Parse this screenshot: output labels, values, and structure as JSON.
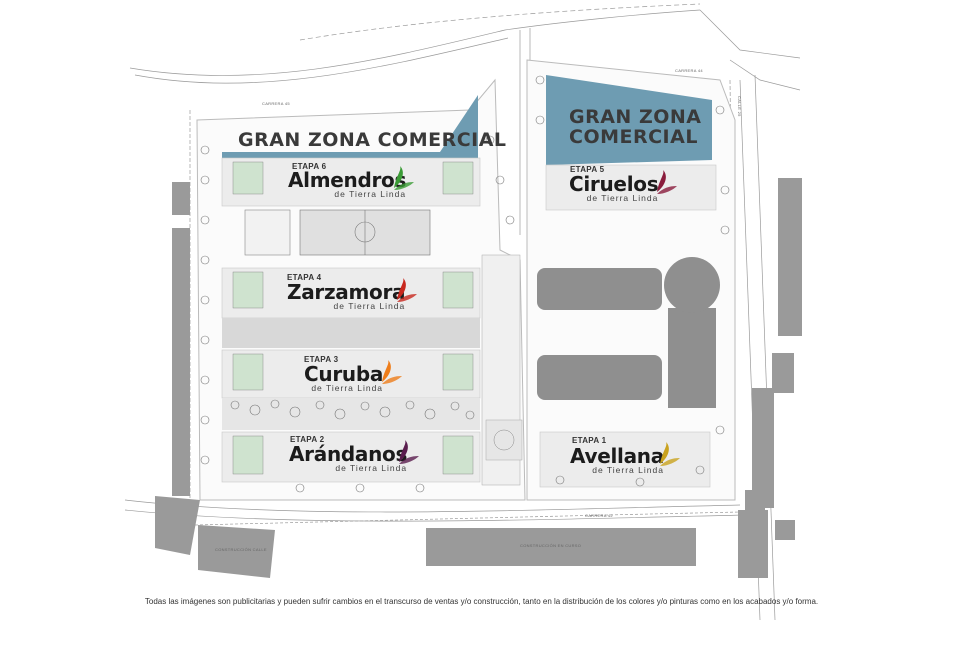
{
  "zones": {
    "comercial_left": {
      "line1": "GRAN ZONA COMERCIAL"
    },
    "comercial_right": {
      "line1": "GRAN ZONA",
      "line2": "COMERCIAL"
    }
  },
  "stages": [
    {
      "etapa": "ETAPA 6",
      "name": "Almendros",
      "sub": "de Tierra Linda",
      "leaf_color": "#3a9b35"
    },
    {
      "etapa": "ETAPA 5",
      "name": "Ciruelos",
      "sub": "de Tierra Linda",
      "leaf_color": "#8a1c3c"
    },
    {
      "etapa": "ETAPA 4",
      "name": "Zarzamora",
      "sub": "de Tierra Linda",
      "leaf_color": "#c8281e"
    },
    {
      "etapa": "ETAPA 3",
      "name": "Curuba",
      "sub": "de Tierra Linda",
      "leaf_color": "#ee7d1a"
    },
    {
      "etapa": "ETAPA 2",
      "name": "Arándanos",
      "sub": "de Tierra Linda",
      "leaf_color": "#5a1d4e"
    },
    {
      "etapa": "ETAPA 1",
      "name": "Avellana",
      "sub": "de Tierra Linda",
      "leaf_color": "#c9a21e"
    }
  ],
  "streets": {
    "top": "CARRERA 45",
    "top_right": "CARRERA 44",
    "bottom": "CARRERA 42",
    "bottom_left": "CONSTRUCCIÓN CALLE",
    "bottom_center": "CONSTRUCCIÓN EN CURSO",
    "right": "CALLE 25"
  },
  "colors": {
    "comercial": "#6e9cb2",
    "building": "#9a9a9a",
    "road_line": "#888888"
  },
  "disclaimer": "Todas las imágenes son publicitarias y pueden sufrir cambios en el transcurso de ventas y/o construcción, tanto en la distribución de los colores y/o pinturas como en los acabados y/o forma."
}
